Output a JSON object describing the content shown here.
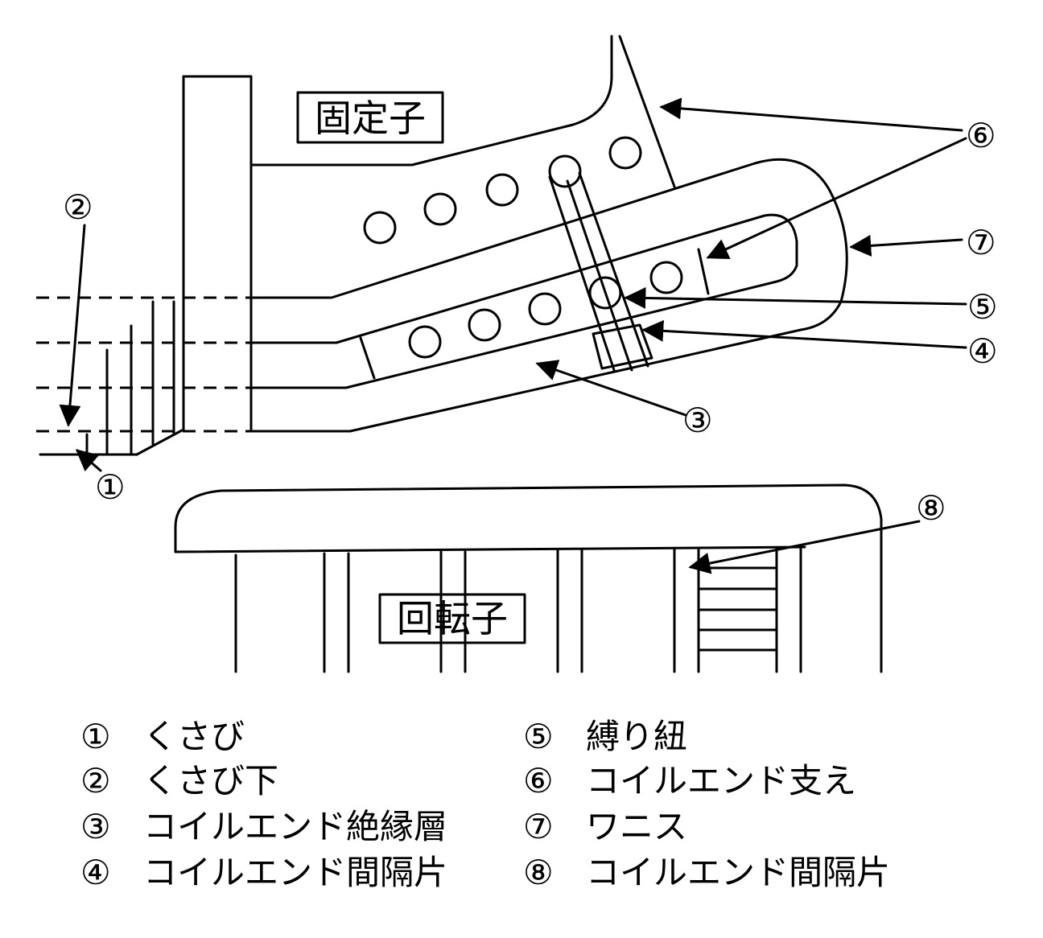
{
  "diagram": {
    "stator_label": "固定子",
    "rotor_label": "回転子",
    "markers": [
      "①",
      "②",
      "③",
      "④",
      "⑤",
      "⑥",
      "⑦",
      "⑧"
    ]
  },
  "legend": [
    {
      "num": "①",
      "text": "くさび"
    },
    {
      "num": "②",
      "text": "くさび下"
    },
    {
      "num": "③",
      "text": "コイルエンド絶縁層"
    },
    {
      "num": "④",
      "text": "コイルエンド間隔片"
    },
    {
      "num": "⑤",
      "text": "縛り紐"
    },
    {
      "num": "⑥",
      "text": "コイルエンド支え"
    },
    {
      "num": "⑦",
      "text": "ワニス"
    },
    {
      "num": "⑧",
      "text": "コイルエンド間隔片"
    }
  ]
}
